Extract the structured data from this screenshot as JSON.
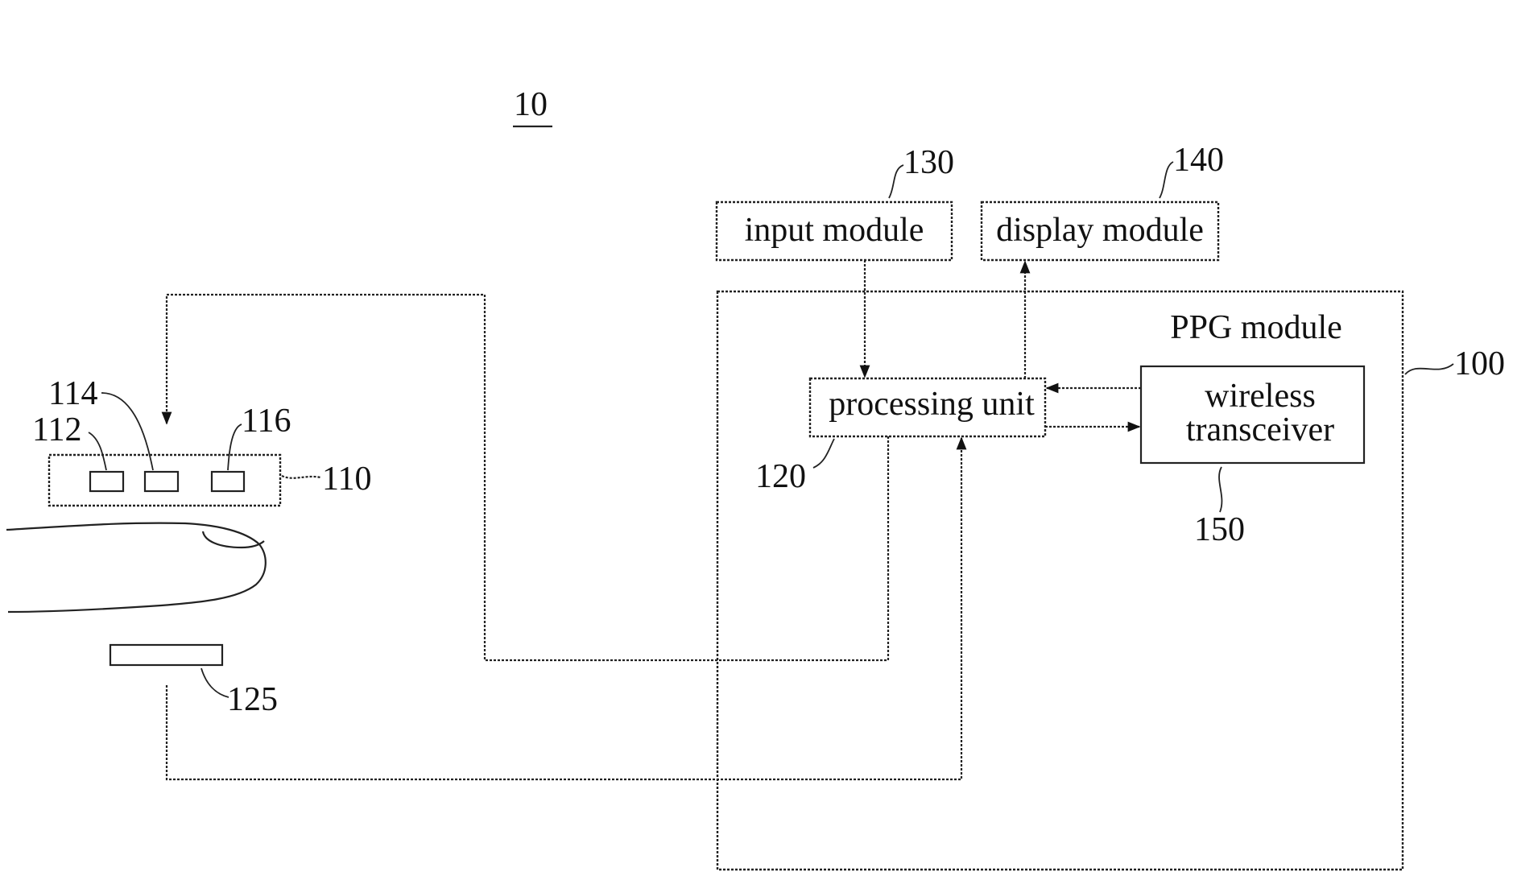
{
  "figure": {
    "ref_main": "10",
    "blocks": {
      "input_module": "input module",
      "display_module": "display module",
      "ppg_module": "PPG module",
      "processing_unit": "processing unit",
      "wireless_line1": "wireless",
      "wireless_line2": "transceiver"
    },
    "refs": {
      "r100": "100",
      "r110": "110",
      "r112": "112",
      "r114": "114",
      "r116": "116",
      "r120": "120",
      "r125": "125",
      "r130": "130",
      "r140": "140",
      "r150": "150"
    }
  }
}
